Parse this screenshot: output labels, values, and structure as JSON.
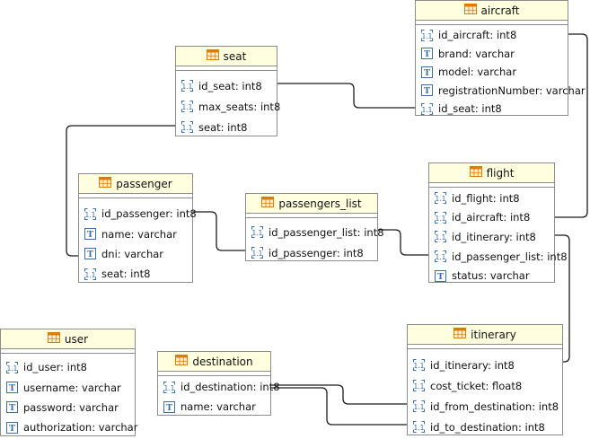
{
  "colors": {
    "header_bg": "#ffffe0",
    "border": "#8c8c8c",
    "icon_blue": "#3a6ea5",
    "table_icon_orange": "#e07b00",
    "link": "#1a1a1a"
  },
  "entities": {
    "aircraft": {
      "title": "aircraft",
      "fields": [
        {
          "text": "id_aircraft: int8",
          "icon": "numeric-icon"
        },
        {
          "text": "brand: varchar",
          "icon": "text-icon"
        },
        {
          "text": "model: varchar",
          "icon": "text-icon"
        },
        {
          "text": "registrationNumber: varchar",
          "icon": "text-icon"
        },
        {
          "text": "id_seat: int8",
          "icon": "numeric-icon"
        }
      ]
    },
    "seat": {
      "title": "seat",
      "fields": [
        {
          "text": "id_seat: int8",
          "icon": "numeric-icon"
        },
        {
          "text": "max_seats: int8",
          "icon": "numeric-icon"
        },
        {
          "text": "seat: int8",
          "icon": "numeric-icon"
        }
      ]
    },
    "passenger": {
      "title": "passenger",
      "fields": [
        {
          "text": "id_passenger: int8",
          "icon": "numeric-icon"
        },
        {
          "text": "name: varchar",
          "icon": "text-icon"
        },
        {
          "text": "dni: varchar",
          "icon": "text-icon"
        },
        {
          "text": "seat: int8",
          "icon": "numeric-icon"
        }
      ]
    },
    "passengers_list": {
      "title": "passengers_list",
      "fields": [
        {
          "text": "id_passenger_list: int8",
          "icon": "numeric-icon"
        },
        {
          "text": "id_passenger: int8",
          "icon": "numeric-icon"
        }
      ]
    },
    "flight": {
      "title": "flight",
      "fields": [
        {
          "text": "id_flight: int8",
          "icon": "numeric-icon"
        },
        {
          "text": "id_aircraft: int8",
          "icon": "numeric-icon"
        },
        {
          "text": "id_itinerary: int8",
          "icon": "numeric-icon"
        },
        {
          "text": "id_passenger_list: int8",
          "icon": "numeric-icon"
        },
        {
          "text": "status: varchar",
          "icon": "text-icon"
        }
      ]
    },
    "user": {
      "title": "user",
      "fields": [
        {
          "text": "id_user: int8",
          "icon": "numeric-icon"
        },
        {
          "text": "username: varchar",
          "icon": "text-icon"
        },
        {
          "text": "password: varchar",
          "icon": "text-icon"
        },
        {
          "text": "authorization: varchar",
          "icon": "text-icon"
        }
      ]
    },
    "destination": {
      "title": "destination",
      "fields": [
        {
          "text": "id_destination: int8",
          "icon": "numeric-icon"
        },
        {
          "text": "name: varchar",
          "icon": "text-icon"
        }
      ]
    },
    "itinerary": {
      "title": "itinerary",
      "fields": [
        {
          "text": "id_itinerary: int8",
          "icon": "numeric-icon"
        },
        {
          "text": "cost_ticket: float8",
          "icon": "numeric-icon"
        },
        {
          "text": "id_from_destination: int8",
          "icon": "numeric-icon"
        },
        {
          "text": "id_to_destination: int8",
          "icon": "numeric-icon"
        }
      ]
    }
  }
}
